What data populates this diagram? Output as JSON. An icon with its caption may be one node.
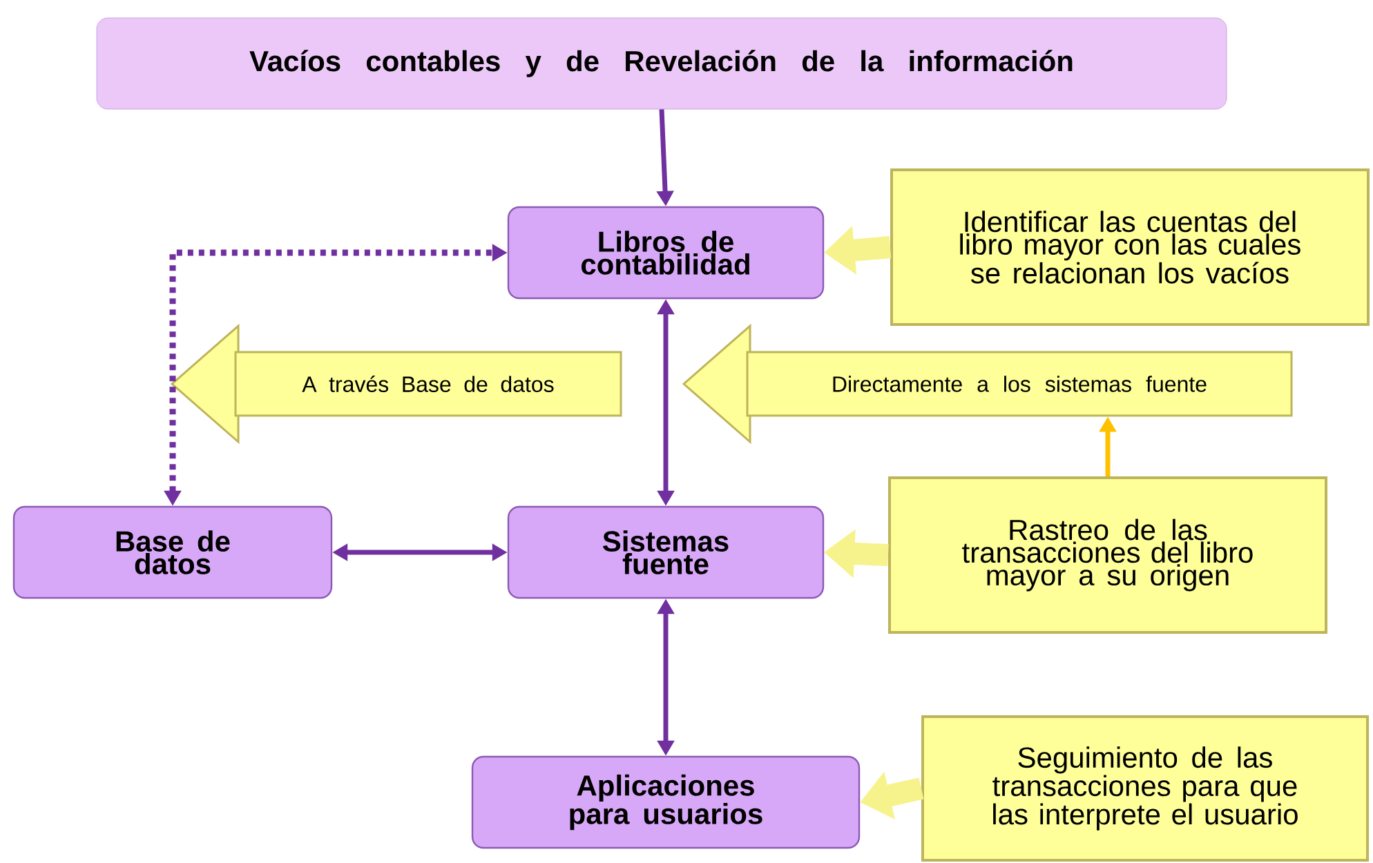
{
  "diagram": {
    "nodes": [
      {
        "text": [
          "Vacíos contables y de Revelación de la información"
        ]
      },
      {
        "text": [
          "Libros de contabilidad"
        ]
      },
      {
        "text": [
          "Identificar las cuentas del libro mayor con las cuales se relacionan los vacíos"
        ]
      },
      {
        "text": [
          "A través Base de datos"
        ]
      },
      {
        "text": [
          "Directamente a los sistemas fuente"
        ]
      },
      {
        "text": [
          "Base de datos"
        ]
      },
      {
        "text": [
          "Sistemas fuente"
        ]
      },
      {
        "text": [
          "Rastreo de las transacciones del libro mayor a su origen"
        ]
      },
      {
        "text": [
          "Aplicaciones para usuarios"
        ]
      },
      {
        "text": [
          "Seguimiento de las transacciones para que las interprete el usuario"
        ]
      }
    ],
    "edges": [
      {
        "from": 0,
        "to": 1,
        "arrow": "to"
      },
      {
        "from": 2,
        "to": 1,
        "arrow": "to",
        "style": "thick",
        "color": "#f6f28c"
      },
      {
        "from": 5,
        "to": 1,
        "arrow": "both",
        "style": "dashed"
      },
      {
        "from": 6,
        "to": 1,
        "arrow": "both"
      },
      {
        "from": 7,
        "to": 4,
        "arrow": "to",
        "color": "#ffc000"
      },
      {
        "from": 5,
        "to": 6,
        "arrow": "both"
      },
      {
        "from": 7,
        "to": 6,
        "arrow": "to",
        "style": "thick",
        "color": "#f6f28c"
      },
      {
        "from": 6,
        "to": 8,
        "arrow": "both"
      },
      {
        "from": 9,
        "to": 8,
        "arrow": "to",
        "style": "thick",
        "color": "#f6f28c"
      }
    ]
  }
}
